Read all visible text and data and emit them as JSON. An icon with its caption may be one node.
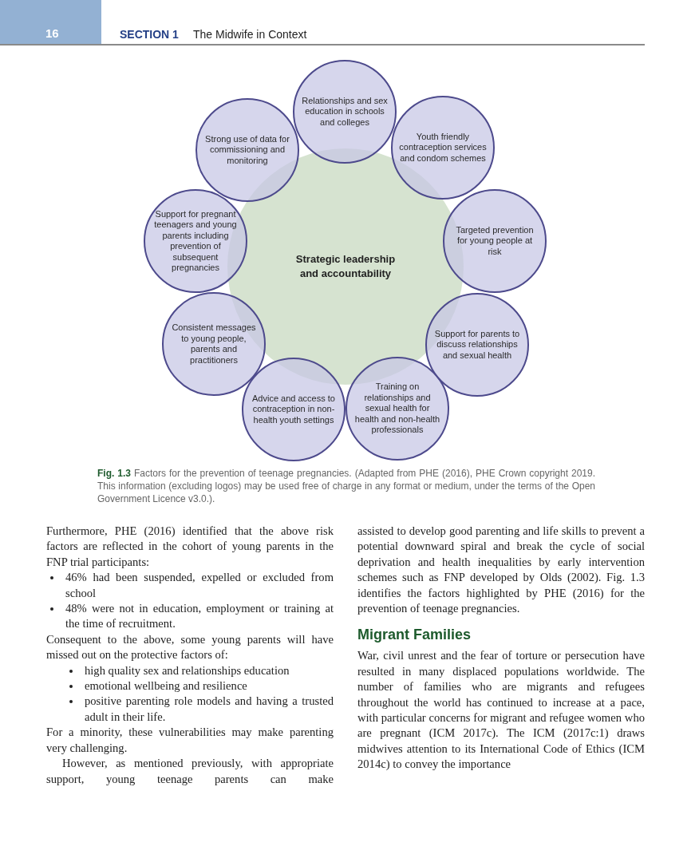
{
  "diagram": {
    "caption": "**Fig. 1.3** Factors for the prevention of teenage pregnancies. (Adapted from PHE (2016), PHE Crown copyright 2019. This information (excluding logos) may be used free of charge in any format or medium, under the terms of the Open Government Licence v3.0.).",
    "nodes": [
      {
        "text": [
          "Strategic leadership and accountability"
        ]
      },
      {
        "text": [
          "Relationships and sex education in schools and colleges"
        ]
      },
      {
        "text": [
          "Youth friendly contraception services and condom schemes"
        ]
      },
      {
        "text": [
          "Targeted prevention for young people at risk"
        ]
      },
      {
        "text": [
          "Support for parents to discuss relationships and sexual health"
        ]
      },
      {
        "text": [
          "Training on relationships and sexual health for health and non-health professionals"
        ]
      },
      {
        "text": [
          "Advice and access to contraception in non-health youth settings"
        ]
      },
      {
        "text": [
          "Consistent messages to young people, parents and practitioners"
        ]
      },
      {
        "text": [
          "Support for pregnant teenagers and young parents including prevention of subsequent pregnancies"
        ]
      },
      {
        "text": [
          "Strong use of data for commissioning and monitoring"
        ]
      }
    ],
    "labels": [
      "16",
      "SECTION 1",
      "The Midwife in Context",
      "Furthermore, PHE (2016) identified that the above risk factors are reflected in the cohort of young parents in the FNP trial participants:",
      "46% had been suspended, expelled or excluded from school",
      "48% were not in education, employment or training at the time of recruitment.",
      "Consequent to the above, some young parents will have missed out on the protective factors of:",
      "high quality sex and relationships education",
      "emotional wellbeing and resilience",
      "positive parenting role models and having a trusted adult in their life.",
      "For a minority, these vulnerabilities may make parenting very challenging.",
      "However, as mentioned previously, with appropriate support, young teenage parents can make",
      "assisted to develop good parenting and life skills to prevent a potential downward spiral and break the cycle of social deprivation and health inequalities by early intervention schemes such as FNP developed by Olds (2002). Fig. 1.3 identifies the factors highlighted by PHE (2016) for the prevention of teenage pregnancies.",
      "Migrant Families",
      "War, civil unrest and the fear of torture or persecution have resulted in many displaced populations worldwide. The number of families who are migrants and refugees throughout the world has continued to increase at a pace, with particular concerns for migrant and refugee women who are pregnant (ICM 2017c). The ICM (2017c:1) draws midwives attention to its International Code of Ethics (ICM 2014c) to convey the importance"
    ]
  }
}
